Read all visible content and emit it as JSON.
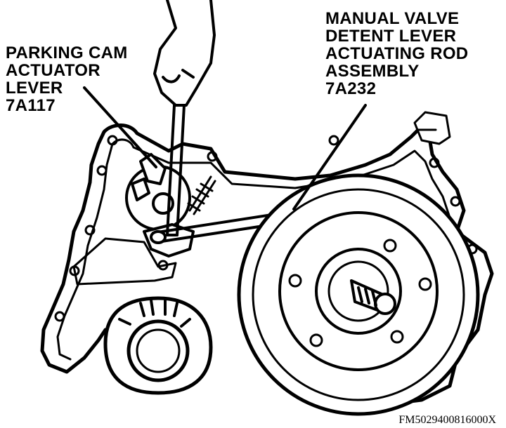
{
  "callouts": {
    "parking_cam": {
      "lines": [
        "PARKING CAM",
        "ACTUATOR",
        "LEVER",
        "7A117"
      ]
    },
    "manual_valve": {
      "lines": [
        "MANUAL VALVE",
        "DETENT LEVER",
        "ACTUATING ROD",
        "ASSEMBLY",
        "7A232"
      ]
    }
  },
  "figure_code": "FM5029400816000X",
  "colors": {
    "ink": "#000000",
    "paper": "#ffffff"
  }
}
